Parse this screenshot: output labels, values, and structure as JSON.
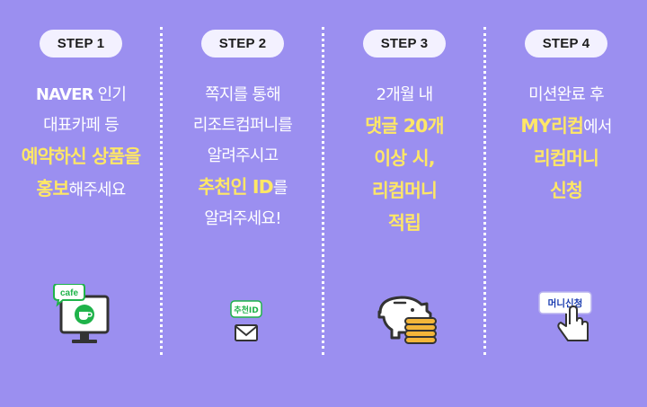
{
  "steps": [
    {
      "label": "STEP 1",
      "lines": [
        [
          {
            "t": "NAVER",
            "s": "bold"
          },
          {
            "t": " 인기",
            "s": ""
          }
        ],
        [
          {
            "t": "대표카페 등",
            "s": ""
          }
        ],
        [
          {
            "t": "예약하신 상품을",
            "s": "yellow"
          }
        ],
        [
          {
            "t": "홍보",
            "s": "yellow"
          },
          {
            "t": "해주세요",
            "s": ""
          }
        ]
      ],
      "icon": "monitor-cafe-icon",
      "icon_badge": "cafe"
    },
    {
      "label": "STEP 2",
      "lines": [
        [
          {
            "t": "쪽지를 통해",
            "s": ""
          }
        ],
        [
          {
            "t": "리조트컴퍼니를",
            "s": ""
          }
        ],
        [
          {
            "t": "알려주시고",
            "s": ""
          }
        ],
        [
          {
            "t": "추천인 ID",
            "s": "yellow"
          },
          {
            "t": "를",
            "s": ""
          }
        ],
        [
          {
            "t": "알려주세요!",
            "s": ""
          }
        ]
      ],
      "icon": "envelope-icon",
      "icon_badge": "추천ID"
    },
    {
      "label": "STEP 3",
      "lines": [
        [
          {
            "t": "2개월 내",
            "s": ""
          }
        ],
        [
          {
            "t": "댓글 20개",
            "s": "yellow"
          }
        ],
        [
          {
            "t": "이상 시,",
            "s": "yellow"
          }
        ],
        [
          {
            "t": "리컴머니",
            "s": "yellow"
          }
        ],
        [
          {
            "t": "적립",
            "s": "yellow"
          }
        ]
      ],
      "icon": "piggy-bank-coins-icon"
    },
    {
      "label": "STEP 4",
      "lines": [
        [
          {
            "t": "미션완료 후",
            "s": ""
          }
        ],
        [
          {
            "t": "MY리컴",
            "s": "yellow"
          },
          {
            "t": "에서",
            "s": ""
          }
        ],
        [
          {
            "t": "리컴머니",
            "s": "yellow"
          }
        ],
        [
          {
            "t": "신청",
            "s": "yellow"
          }
        ]
      ],
      "icon": "click-hand-icon",
      "icon_badge": "머니신청"
    }
  ],
  "colors": {
    "background": "#9b8ff0",
    "highlight": "#ffe766",
    "pill": "#f3f1ff"
  }
}
